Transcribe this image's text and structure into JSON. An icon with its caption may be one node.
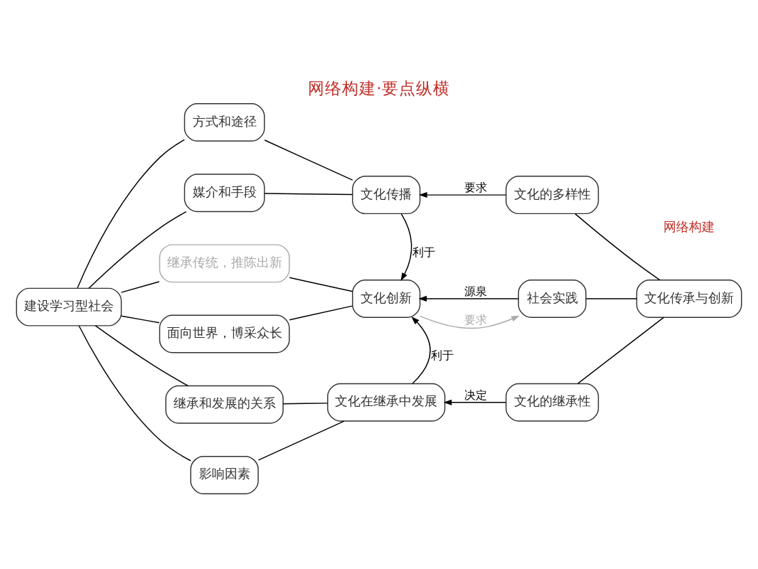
{
  "diagram": {
    "title": "网络构建·要点纵横",
    "nodes": [
      {
        "text": [
          "文化传承与创新"
        ]
      },
      {
        "text": [
          "文化的多样性"
        ]
      },
      {
        "text": [
          "社会实践"
        ]
      },
      {
        "text": [
          "文化的继承性"
        ]
      },
      {
        "text": [
          "文化传播"
        ]
      },
      {
        "text": [
          "文化创新"
        ]
      },
      {
        "text": [
          "文化在继承中发展"
        ]
      },
      {
        "text": [
          "方式和途径"
        ]
      },
      {
        "text": [
          "媒介和手段"
        ]
      },
      {
        "text": [
          "继承传统，推陈出新"
        ]
      },
      {
        "text": [
          "面向世界，博采众长"
        ]
      },
      {
        "text": [
          "继承和发展的关系"
        ]
      },
      {
        "text": [
          "影响因素"
        ]
      },
      {
        "text": [
          "建设学习型社会"
        ]
      }
    ],
    "edges": [
      {
        "from": 0,
        "to": 1,
        "arrow": "none"
      },
      {
        "from": 0,
        "to": 2,
        "arrow": "none"
      },
      {
        "from": 0,
        "to": 3,
        "arrow": "none"
      },
      {
        "from": 1,
        "to": 4,
        "arrow": "to",
        "label": "要求"
      },
      {
        "from": 4,
        "to": 5,
        "arrow": "to",
        "label": "利于"
      },
      {
        "from": 5,
        "to": 2,
        "arrow": "to",
        "label": "要求",
        "color": "#aaaaaa"
      },
      {
        "from": 2,
        "to": 5,
        "arrow": "to",
        "label": "源泉"
      },
      {
        "from": 6,
        "to": 5,
        "arrow": "to",
        "label": "利于"
      },
      {
        "from": 3,
        "to": 6,
        "arrow": "to",
        "label": "决定"
      },
      {
        "from": 4,
        "to": 7,
        "arrow": "none"
      },
      {
        "from": 4,
        "to": 8,
        "arrow": "none"
      },
      {
        "from": 5,
        "to": 9,
        "arrow": "none"
      },
      {
        "from": 5,
        "to": 10,
        "arrow": "none"
      },
      {
        "from": 6,
        "to": 11,
        "arrow": "none"
      },
      {
        "from": 6,
        "to": 12,
        "arrow": "none"
      },
      {
        "from": 7,
        "to": 13,
        "arrow": "none"
      },
      {
        "from": 8,
        "to": 13,
        "arrow": "none"
      },
      {
        "from": 9,
        "to": 13,
        "arrow": "none"
      },
      {
        "from": 10,
        "to": 13,
        "arrow": "none"
      },
      {
        "from": 11,
        "to": 13,
        "arrow": "none"
      },
      {
        "from": 12,
        "to": 13,
        "arrow": "none"
      }
    ],
    "labels": [
      "网络构建"
    ]
  }
}
